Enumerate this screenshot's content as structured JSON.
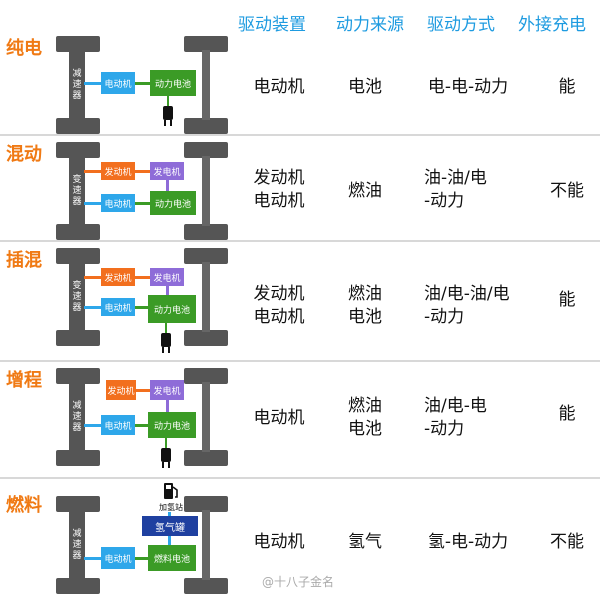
{
  "headers": [
    "驱动装置",
    "动力来源",
    "驱动方式",
    "外接充电"
  ],
  "rows": [
    {
      "title": "纯电",
      "gearbox": "减速器",
      "components": [
        "电动机",
        "动力电池"
      ],
      "drive": [
        "电动机"
      ],
      "source": [
        "电池"
      ],
      "method": [
        "电-电-动力"
      ],
      "charge": "能"
    },
    {
      "title": "混动",
      "gearbox": "变速器",
      "components": [
        "发动机",
        "发电机",
        "电动机",
        "动力电池"
      ],
      "drive": [
        "发动机",
        "电动机"
      ],
      "source": [
        "燃油"
      ],
      "method": [
        "油-油/电",
        "-动力"
      ],
      "charge": "不能"
    },
    {
      "title": "插混",
      "gearbox": "变速器",
      "components": [
        "发动机",
        "发电机",
        "电动机",
        "动力电池"
      ],
      "drive": [
        "发动机",
        "电动机"
      ],
      "source": [
        "燃油",
        "电池"
      ],
      "method": [
        "油/电-油/电",
        "-动力"
      ],
      "charge": "能"
    },
    {
      "title": "增程",
      "gearbox": "减速器",
      "components": [
        "发动机",
        "发电机",
        "电动机",
        "动力电池"
      ],
      "drive": [
        "电动机"
      ],
      "source": [
        "燃油",
        "电池"
      ],
      "method": [
        "油/电-电",
        "-动力"
      ],
      "charge": "能"
    },
    {
      "title": "燃料",
      "gearbox": "减速器",
      "components": [
        "加氢站",
        "氢气罐",
        "电动机",
        "燃料电池"
      ],
      "drive": [
        "电动机"
      ],
      "source": [
        "氢气"
      ],
      "method": [
        "氢-电-动力"
      ],
      "charge": "不能"
    }
  ],
  "watermark": "@十八子金名",
  "colors": {
    "header": "#1e9be0",
    "row_title": "#f07a14",
    "motor": "#2ea7ea",
    "engine": "#f26f1e",
    "generator": "#8e6cd8",
    "battery": "#3b9b26",
    "tank": "#1f40a0"
  }
}
